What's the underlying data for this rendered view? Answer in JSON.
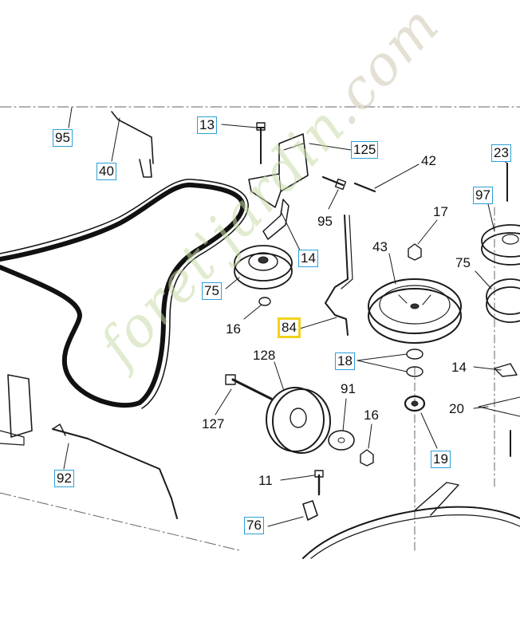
{
  "callouts": {
    "c95a": "95",
    "c40": "40",
    "c13": "13",
    "c125": "125",
    "c42": "42",
    "c23": "23",
    "c97": "97",
    "c95b": "95",
    "c17": "17",
    "c43": "43",
    "c14a": "14",
    "c75a": "75",
    "c75b": "75",
    "c16a": "16",
    "c84": "84",
    "c128": "128",
    "c18": "18",
    "c14b": "14",
    "c91": "91",
    "c16b": "16",
    "c20": "20",
    "c127": "127",
    "c19": "19",
    "c92": "92",
    "c11": "11",
    "c76": "76"
  },
  "watermark": {
    "brand": "foret'jardin",
    "domain": ".com"
  },
  "colors": {
    "box_border": "#2aa0d8",
    "highlight": "#f2d21b",
    "line": "#1a1a1a"
  }
}
